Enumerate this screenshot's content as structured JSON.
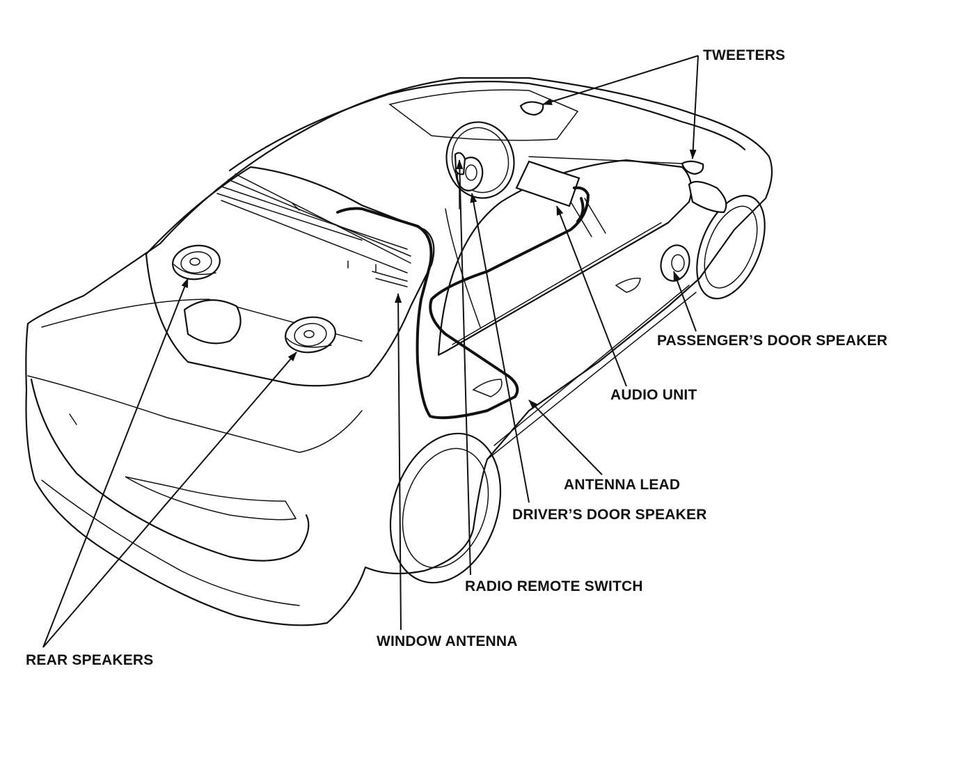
{
  "labels": {
    "tweeters": "TWEETERS",
    "passengers_door_speaker": "PASSENGER’S DOOR SPEAKER",
    "audio_unit": "AUDIO UNIT",
    "antenna_lead": "ANTENNA LEAD",
    "drivers_door_speaker": "DRIVER’S DOOR SPEAKER",
    "radio_remote_switch": "RADIO REMOTE SWITCH",
    "window_antenna": "WINDOW ANTENNA",
    "rear_speakers": "REAR SPEAKERS"
  },
  "colors": {
    "line": "#111111",
    "background": "#ffffff"
  }
}
